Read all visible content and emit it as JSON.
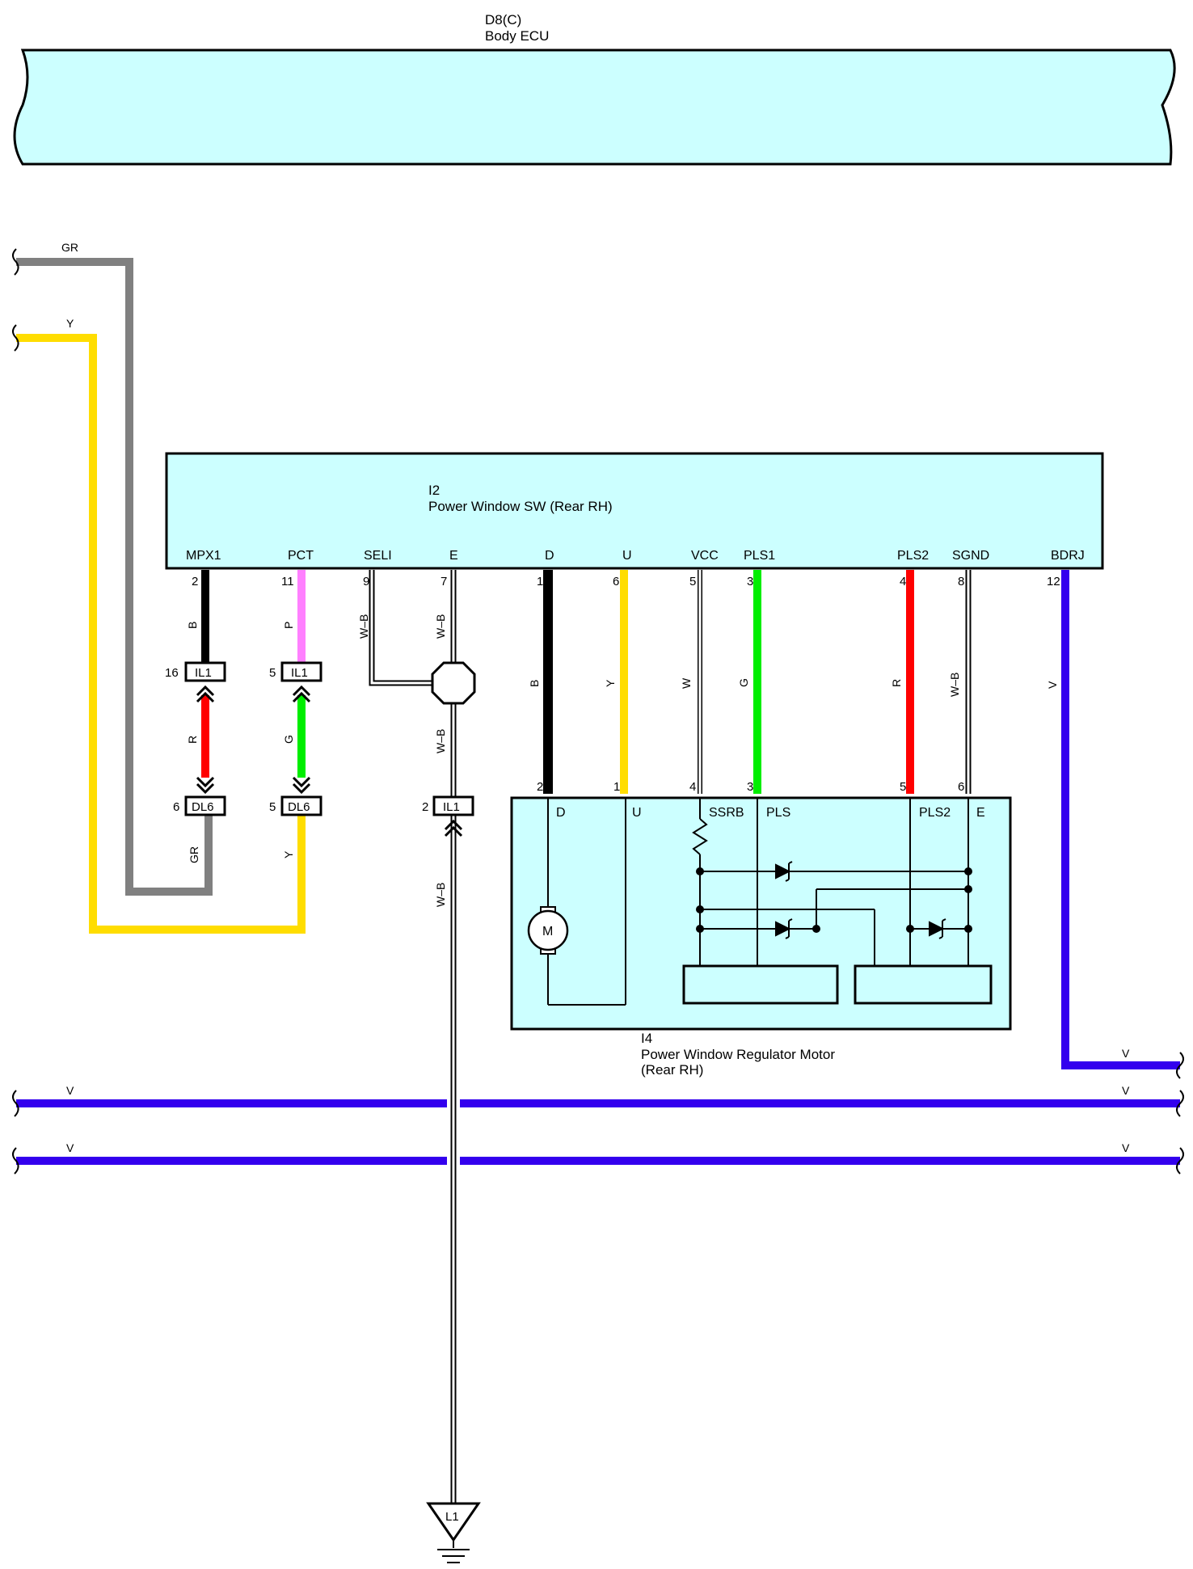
{
  "ecu": {
    "id": "D8(C)",
    "name": "Body ECU"
  },
  "sw": {
    "id": "I2",
    "name": "Power Window SW (Rear RH)",
    "terminals": {
      "mpx1": "MPX1",
      "pct": "PCT",
      "seli": "SELI",
      "e": "E",
      "d": "D",
      "u": "U",
      "vcc": "VCC",
      "pls1": "PLS1",
      "pls2": "PLS2",
      "sgnd": "SGND",
      "bdrj": "BDRJ"
    },
    "pins": {
      "mpx1": "2",
      "pct": "11",
      "seli": "9",
      "e": "7",
      "d": "1",
      "u": "6",
      "vcc": "5",
      "pls1": "3",
      "pls2": "4",
      "sgnd": "8",
      "bdrj": "12"
    }
  },
  "motor": {
    "id": "I4",
    "name_line1": "Power Window Regulator Motor",
    "name_line2": "(Rear RH)",
    "terminals": {
      "d": "D",
      "u": "U",
      "ssrb": "SSRB",
      "pls": "PLS",
      "pls2": "PLS2",
      "e": "E"
    },
    "pins": {
      "d": "2",
      "u": "1",
      "ssrb": "4",
      "pls": "3",
      "pls2": "5",
      "e": "6"
    },
    "motor_symbol": "M"
  },
  "connectors": {
    "il1_a": {
      "label": "IL1",
      "pin": "16"
    },
    "il1_b": {
      "label": "IL1",
      "pin": "5"
    },
    "dl6_a": {
      "label": "DL6",
      "pin": "6"
    },
    "dl6_b": {
      "label": "DL6",
      "pin": "5"
    },
    "il1_c": {
      "label": "IL1",
      "pin": "2"
    }
  },
  "ground": {
    "label": "L1"
  },
  "wire_colors": {
    "gr_top": "GR",
    "y_top": "Y",
    "mpx1_b": "B",
    "pct_p": "P",
    "seli_wb": "W–B",
    "e_wb": "W–B",
    "mpx1_r": "R",
    "pct_g": "G",
    "e_wb2": "W–B",
    "gr_bottom": "GR",
    "y_bottom": "Y",
    "e_wb3": "W–B",
    "d_b": "B",
    "u_y": "Y",
    "vcc_w": "W",
    "pls1_g": "G",
    "pls2_r": "R",
    "sgnd_wb": "W–B",
    "bdrj_v": "V",
    "v_right1": "V",
    "v_left2": "V",
    "v_right2": "V",
    "v_left3": "V",
    "v_right3": "V"
  },
  "colors": {
    "fill_box": "#ccffff",
    "gray": "#808080",
    "yellow": "#ffdd00",
    "black": "#000000",
    "pink": "#ff80ff",
    "red": "#ff0000",
    "green": "#00ee00",
    "violet": "#3300ee"
  }
}
